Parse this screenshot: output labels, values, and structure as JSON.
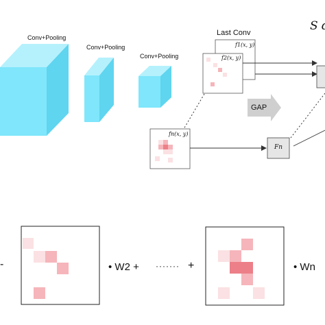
{
  "labels": {
    "conv_pool_1": "Conv+Pooling",
    "conv_pool_2": "Conv+Pooling",
    "conv_pool_3": "Conv+Pooling",
    "last_conv": "Last Conv",
    "f1": "f1(x, y)",
    "f2": "f2(x, y)",
    "fn": "fn(x, y)",
    "gap": "GAP",
    "Fn": "Fn",
    "s_label": "S d"
  },
  "equation": {
    "leading_op": "-",
    "w2_term": "• W2 +",
    "dots": "·······",
    "plus": "+",
    "wn_term": "• Wn"
  },
  "colors": {
    "cube_front": "#7fe6fb",
    "cube_top": "#b5f1fd",
    "cube_side": "#5fd5ef",
    "gap_arrow": "#cfcfcf",
    "node_fill": "#e6e6e6",
    "heat_light": "#fbe1e3",
    "heat_mid": "#f5b5ba",
    "heat_strong": "#ec7f88"
  }
}
